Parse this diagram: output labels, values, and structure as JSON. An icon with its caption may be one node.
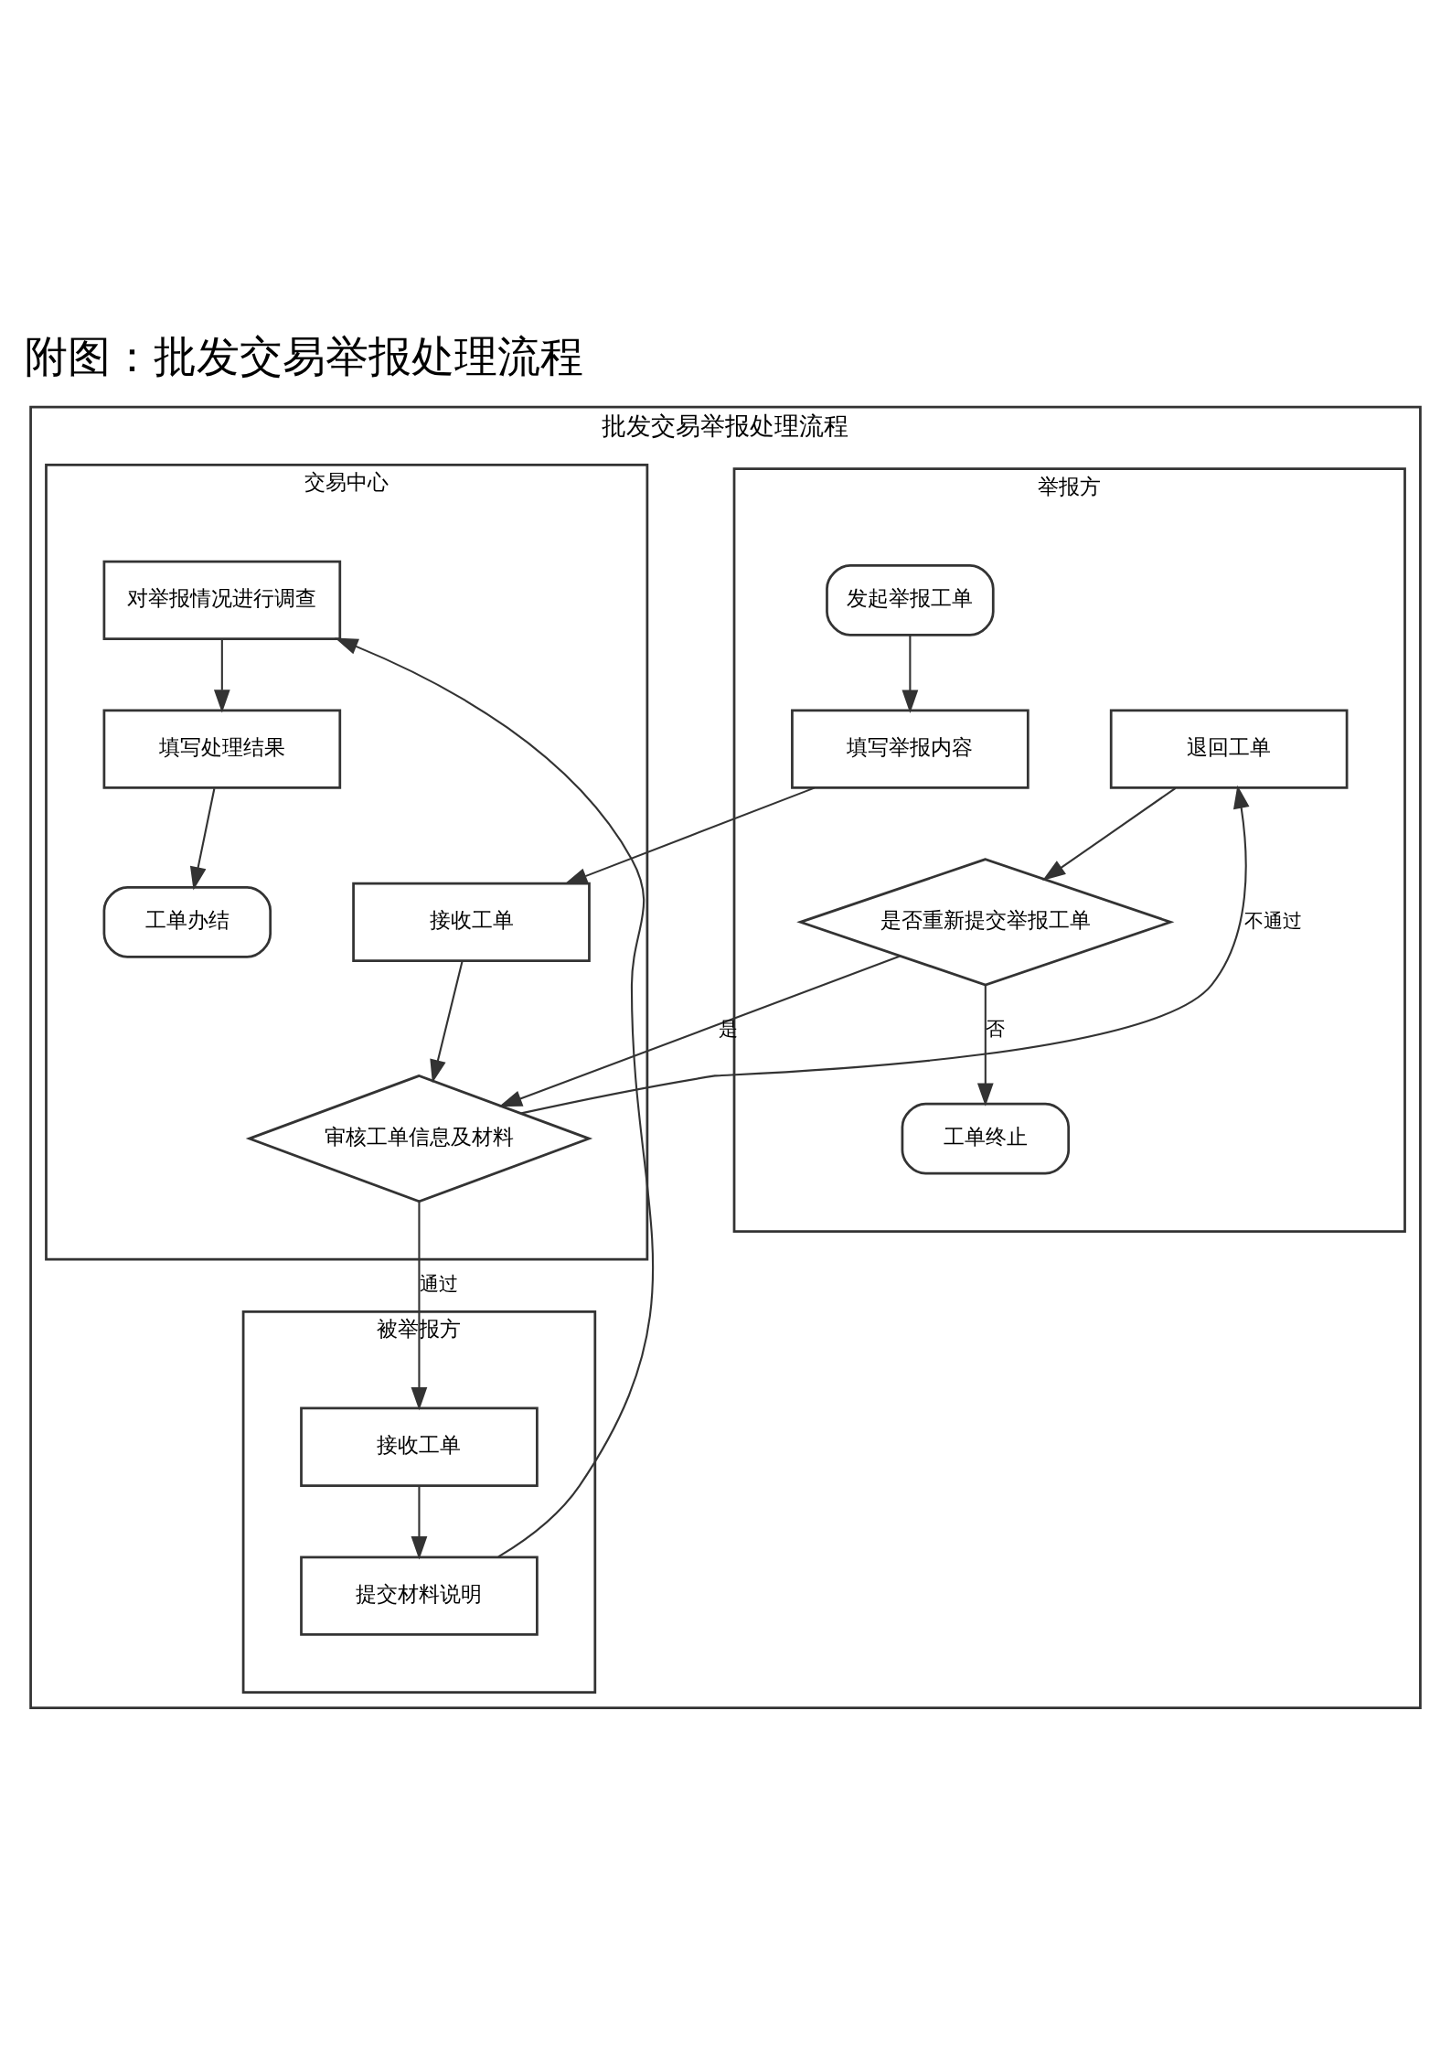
{
  "diagram": {
    "title": "附图：批发交易举报处理流程",
    "nodes": [
      {
        "text": [
          "批发交易举报处理流程"
        ]
      },
      {
        "text": [
          "举报方"
        ],
        "in": 0
      },
      {
        "text": [
          "交易中心"
        ],
        "in": 0
      },
      {
        "text": [
          "被举报方"
        ],
        "in": 0
      },
      {
        "text": [
          "发起举报工单"
        ],
        "in": 1
      },
      {
        "text": [
          "填写举报内容"
        ],
        "in": 1
      },
      {
        "text": [
          "退回工单"
        ],
        "in": 1
      },
      {
        "text": [
          "是否重新提交举报工单"
        ],
        "in": 1
      },
      {
        "text": [
          "工单终止"
        ],
        "in": 1
      },
      {
        "text": [
          "接收工单"
        ],
        "in": 2
      },
      {
        "text": [
          "审核工单信息及材料"
        ],
        "in": 2
      },
      {
        "text": [
          "对举报情况进行调查"
        ],
        "in": 2
      },
      {
        "text": [
          "填写处理结果"
        ],
        "in": 2
      },
      {
        "text": [
          "工单办结"
        ],
        "in": 2
      },
      {
        "text": [
          "接收工单"
        ],
        "in": 3
      },
      {
        "text": [
          "提交材料说明"
        ],
        "in": 3
      }
    ],
    "edges": [
      {
        "from": 4,
        "to": 5,
        "arrow": "to"
      },
      {
        "from": 5,
        "to": 9,
        "arrow": "to"
      },
      {
        "from": 9,
        "to": 10,
        "arrow": "to"
      },
      {
        "from": 10,
        "to": 6,
        "arrow": "to",
        "label": "不通过"
      },
      {
        "from": 10,
        "to": 14,
        "arrow": "to",
        "label": "通过"
      },
      {
        "from": 6,
        "to": 7,
        "arrow": "to"
      },
      {
        "from": 7,
        "to": 10,
        "arrow": "to",
        "label": "是"
      },
      {
        "from": 7,
        "to": 8,
        "arrow": "to",
        "label": "否"
      },
      {
        "from": 14,
        "to": 15,
        "arrow": "to"
      },
      {
        "from": 15,
        "to": 11,
        "arrow": "to"
      },
      {
        "from": 11,
        "to": 12,
        "arrow": "to"
      },
      {
        "from": 12,
        "to": 13,
        "arrow": "to"
      }
    ]
  }
}
